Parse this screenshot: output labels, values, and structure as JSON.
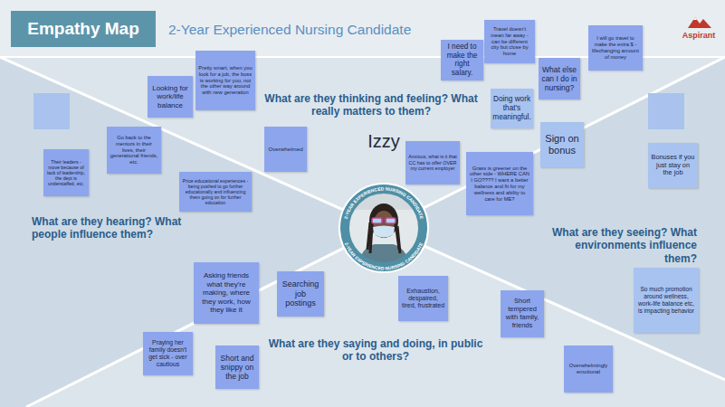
{
  "diagram": {
    "title": "Empathy Map",
    "nodes": [
      {
        "text": [
          "Looking for work/life balance"
        ]
      },
      {
        "text": [
          "Pretty smart, when you look for a job, the boss is working for you, not the other way around with new generation"
        ]
      },
      {
        "text": [
          "I need to make the right salary."
        ]
      },
      {
        "text": [
          "Travel doesn't mean far away - can be different city but close by home"
        ]
      },
      {
        "text": [
          "What else can I do in nursing?"
        ]
      },
      {
        "text": [
          "I will go travel to make the extra $ - lifechanging amount of money"
        ]
      },
      {
        "text": [
          "Doing work that's meaningful."
        ]
      },
      {
        "text": [
          "Overwhelmed"
        ]
      },
      {
        "text": [
          "Go back to the mentors in their lives, their generational friends, etc."
        ]
      },
      {
        "text": [
          "Sign on bonus"
        ]
      },
      {
        "text": [
          "Anxious, what is it that CC has to offer OVER my current employer"
        ]
      },
      {
        "text": [
          "Bonuses if you just stay on the job"
        ]
      },
      {
        "text": [
          "Their leaders - move because of lack of leadership, the dept is understaffed, etc."
        ]
      },
      {
        "text": [
          "Grass is greener on the other side - WHERE CAN I GO???? I want a better balance and fit for my wellness and ability to care for ME?"
        ]
      },
      {
        "text": [
          "Price educational experiences - being pushed to go further educationally and influencing them going on for further education"
        ]
      },
      {
        "text": [
          "2-YEAR EXPERIENCED NURSING CANDIDATE",
          "2-YEAR EXPERIENCED NURSING CANDIDATE"
        ]
      },
      {
        "text": [
          "So much promotion around wellness, work-life balance etc, is impacting behavior"
        ]
      },
      {
        "text": [
          "Asking friends what they're making, where they work, how they like it"
        ]
      },
      {
        "text": [
          "Searching job postings"
        ]
      },
      {
        "text": [
          "Exhaustion, despaired, tired, frustrated"
        ]
      },
      {
        "text": [
          "Short tempered with family, friends"
        ]
      },
      {
        "text": [
          "Praying her family doesn't get sick - over cautious"
        ]
      },
      {
        "text": [
          "Short and snippy on the job"
        ]
      },
      {
        "text": [
          "Overwhelmingly emotional"
        ]
      }
    ],
    "labels": [
      "2-Year Experienced Nursing Candidate",
      "Aspirant",
      "What are they thinking and feeling? What really matters to them?",
      "Izzy",
      "What are they hearing? What people influence them?",
      "What are they seeing? What environments influence them?",
      "What are they saying and doing, in public or to others?"
    ]
  }
}
